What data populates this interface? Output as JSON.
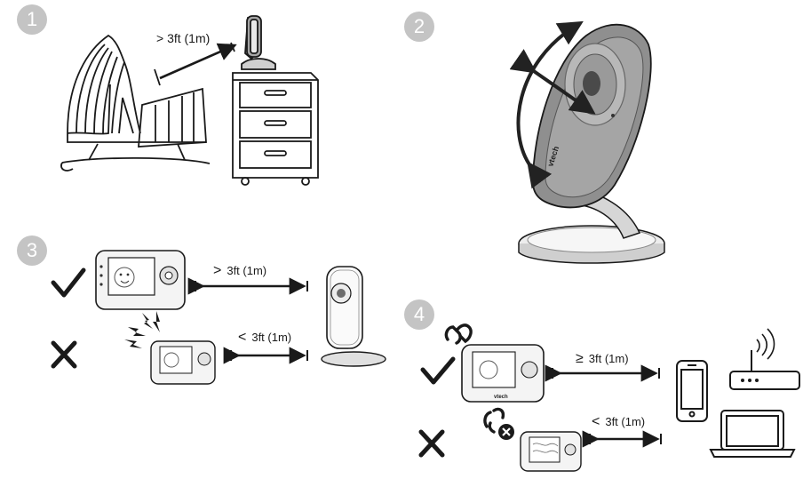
{
  "steps": {
    "s1": {
      "number": "1",
      "distance_text": "> 3ft (1m)"
    },
    "s2": {
      "number": "2"
    },
    "s3": {
      "number": "3",
      "top": {
        "symbol": ">",
        "distance": "3ft (1m)"
      },
      "bottom": {
        "symbol": "<",
        "distance": "3ft (1m)"
      }
    },
    "s4": {
      "number": "4",
      "top": {
        "symbol": "≥",
        "distance": "3ft (1m)"
      },
      "bottom": {
        "symbol": "<",
        "distance": "3ft (1m)"
      }
    }
  },
  "brand": "vtech",
  "colors": {
    "badge": "#c4c4c4",
    "line": "#1a1a1a",
    "camera_body": "#8f8f8f"
  },
  "icons": [
    "check-icon",
    "cross-icon",
    "link-icon",
    "broken-link-icon",
    "smartphone-icon",
    "router-icon",
    "laptop-icon",
    "interference-bolts-icon"
  ]
}
